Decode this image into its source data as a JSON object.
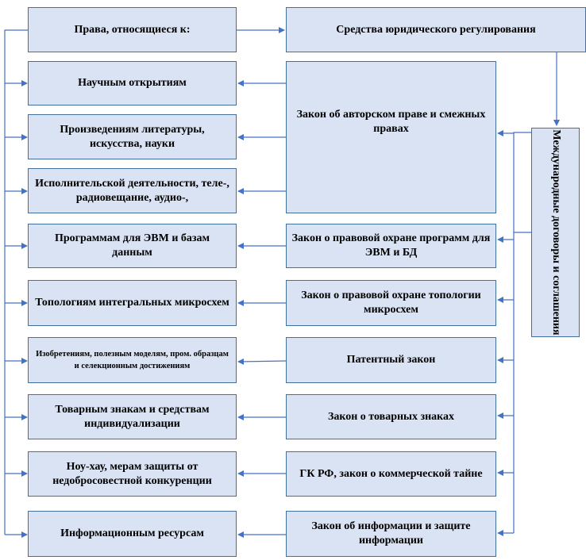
{
  "header": {
    "rights_label": "Права, относящиеся к:",
    "means_label": "Средства юридического  регулирования"
  },
  "objects": [
    {
      "label": "Научным открытиям"
    },
    {
      "label": "Произведениям литературы, искусства, науки"
    },
    {
      "label": "Исполнительской деятельности, теле-, радиовещание, аудио-,"
    },
    {
      "label": "Программам для ЭВМ и базам данным"
    },
    {
      "label": "Топологиям интегральных микросхем"
    },
    {
      "label": "Изобретениям, полезным моделям, пром. образцам и селекционным достижениям"
    },
    {
      "label": "Товарным знакам и средствам индивидуализации"
    },
    {
      "label": "Ноу-хау, мерам защиты от недобросовестной конкуренции"
    },
    {
      "label": "Информационным  ресурсам"
    }
  ],
  "laws": [
    {
      "label": "Закон об авторском праве и смежных правах"
    },
    {
      "label": "Закон о правовой охране программ для ЭВМ и БД"
    },
    {
      "label": "Закон о правовой охране топологии микросхем"
    },
    {
      "label": "Патентный закон"
    },
    {
      "label": "Закон о товарных знаках"
    },
    {
      "label": "ГК РФ, закон о коммерческой тайне"
    },
    {
      "label": "Закон об информации и защите информации"
    }
  ],
  "international": {
    "label": "Международные договоры и соглашения"
  },
  "colors": {
    "box_fill": "#dae3f3",
    "box_border": "#41719c",
    "connector": "#4472c4"
  }
}
